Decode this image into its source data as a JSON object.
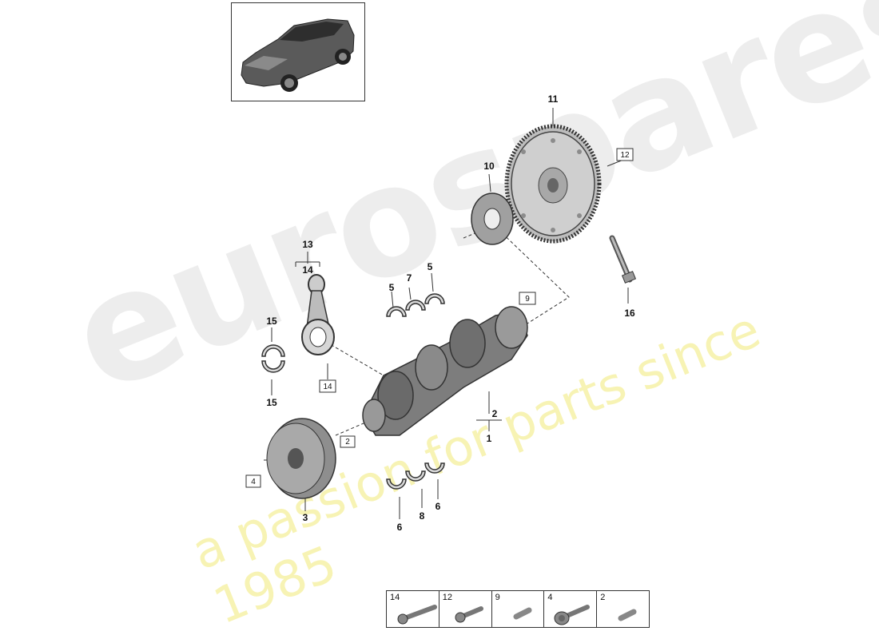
{
  "watermark": {
    "brand": "eurospares",
    "tagline": "a passion for parts since 1985"
  },
  "thumbnail": {
    "icon": "car-suv-icon"
  },
  "callouts": {
    "c1": "1",
    "c2": "2",
    "c3": "3",
    "c5a": "5",
    "c5b": "5",
    "c6a": "6",
    "c6b": "6",
    "c7": "7",
    "c8": "8",
    "c10": "10",
    "c11": "11",
    "c13": "13",
    "c14": "14",
    "c15a": "15",
    "c15b": "15",
    "c16": "16"
  },
  "boxed_callouts": {
    "b2": "2",
    "b4": "4",
    "b9": "9",
    "b12": "12",
    "b14": "14"
  },
  "legend": [
    {
      "number": "14",
      "icon": "long-bolt-icon"
    },
    {
      "number": "12",
      "icon": "bolt-icon"
    },
    {
      "number": "9",
      "icon": "short-bolt-icon"
    },
    {
      "number": "4",
      "icon": "flange-bolt-icon"
    },
    {
      "number": "2",
      "icon": "stud-bolt-icon"
    }
  ]
}
